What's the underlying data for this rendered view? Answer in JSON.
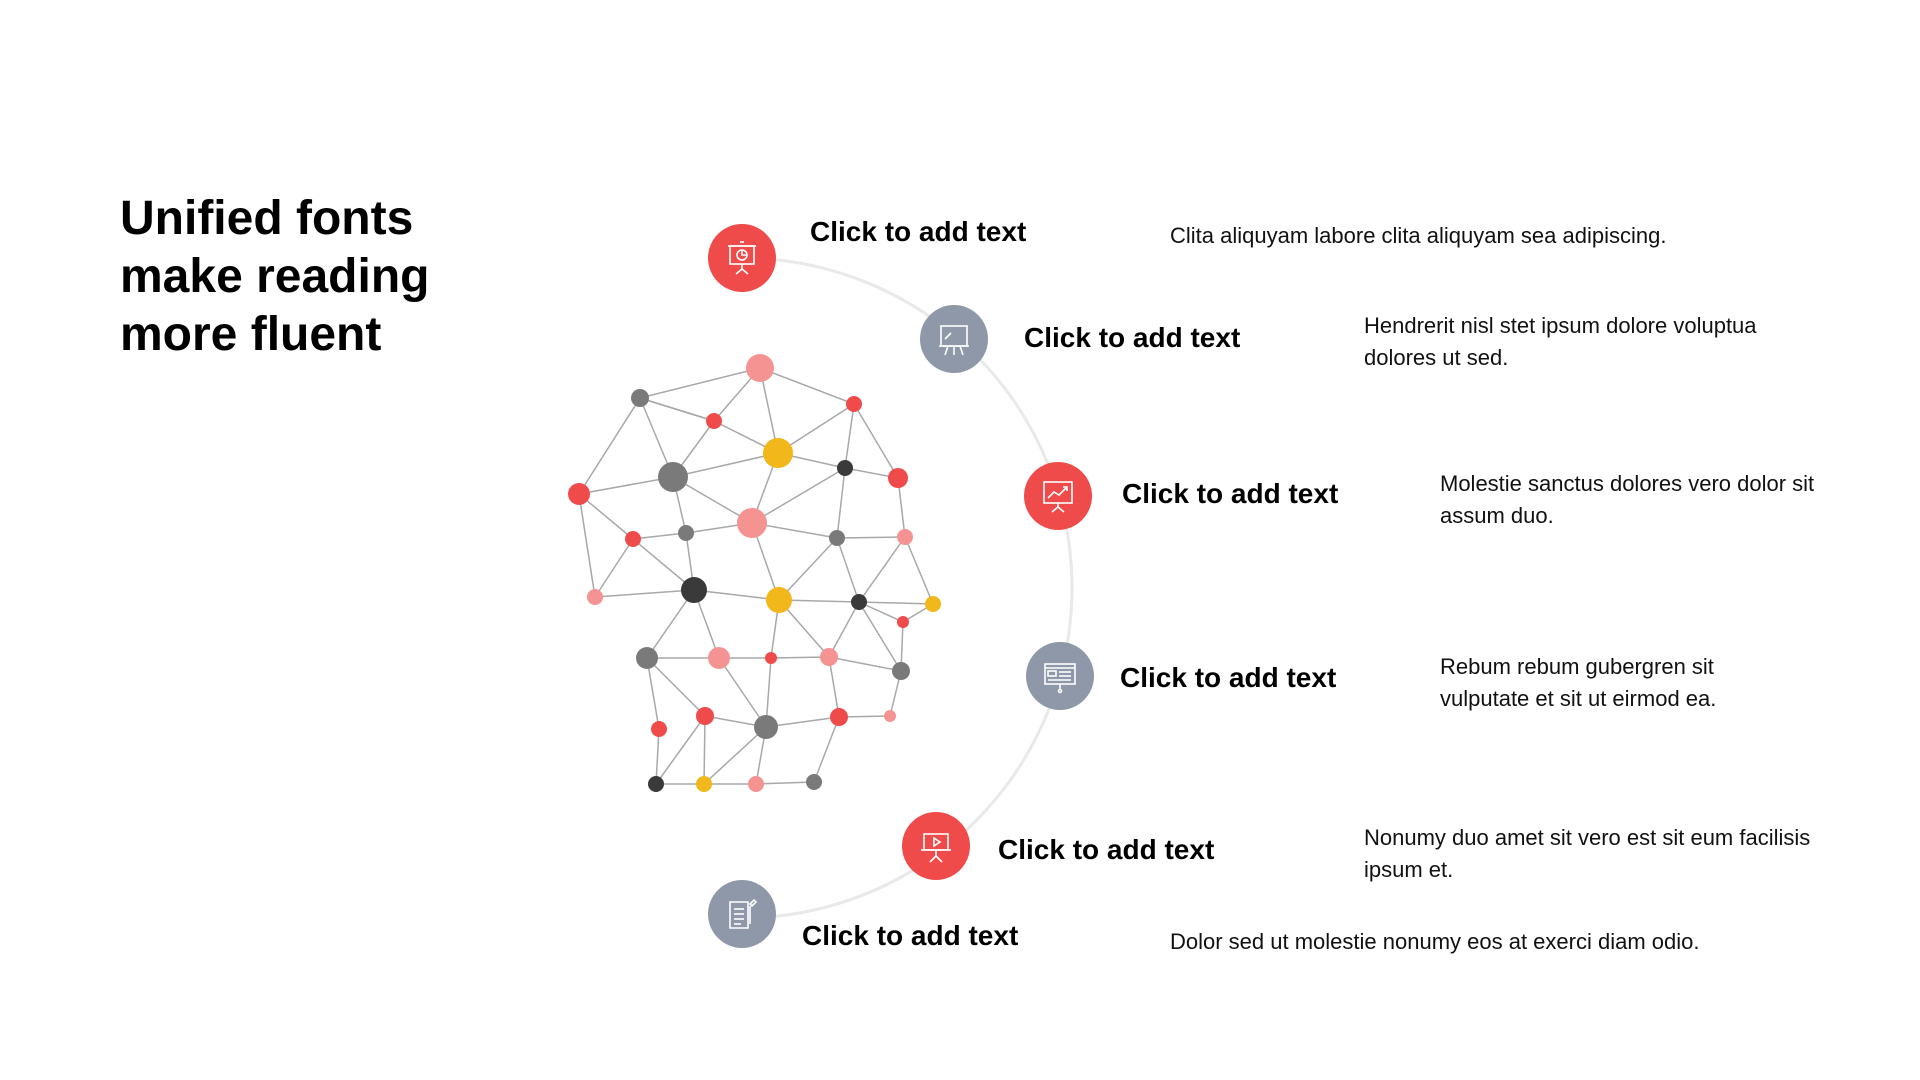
{
  "title_lines": [
    "Unified fonts",
    "make reading",
    "more fluent"
  ],
  "colors": {
    "red": "#f04b4b",
    "gray": "#8f98a8",
    "pink": "#f59292",
    "yellow": "#f2b71a",
    "dark": "#3a3a3a",
    "mid": "#7a7a7a",
    "arc": "#e9e9e9"
  },
  "items": [
    {
      "heading": "Click to add text",
      "description": "Clita aliquyam labore clita aliquyam sea adipiscing.",
      "icon": "presentation-chart-icon",
      "color": "red"
    },
    {
      "heading": "Click to add text",
      "description": "Hendrerit nisl stet ipsum dolore voluptua dolores ut sed.",
      "icon": "easel-board-icon",
      "color": "gray"
    },
    {
      "heading": "Click to add text",
      "description": "Molestie sanctus dolores vero dolor sit assum duo.",
      "icon": "growth-chart-board-icon",
      "color": "red"
    },
    {
      "heading": "Click to add text",
      "description": "Rebum rebum gubergren sit vulputate et sit ut eirmod ea.",
      "icon": "monitor-layout-icon",
      "color": "gray"
    },
    {
      "heading": "Click to add text",
      "description": "Nonumy duo amet sit vero est sit eum facilisis ipsum et.",
      "icon": "video-presentation-icon",
      "color": "red"
    },
    {
      "heading": "Click to add text",
      "description": "Dolor sed ut molestie nonumy eos at exerci diam odio.",
      "icon": "document-pen-icon",
      "color": "gray"
    }
  ]
}
